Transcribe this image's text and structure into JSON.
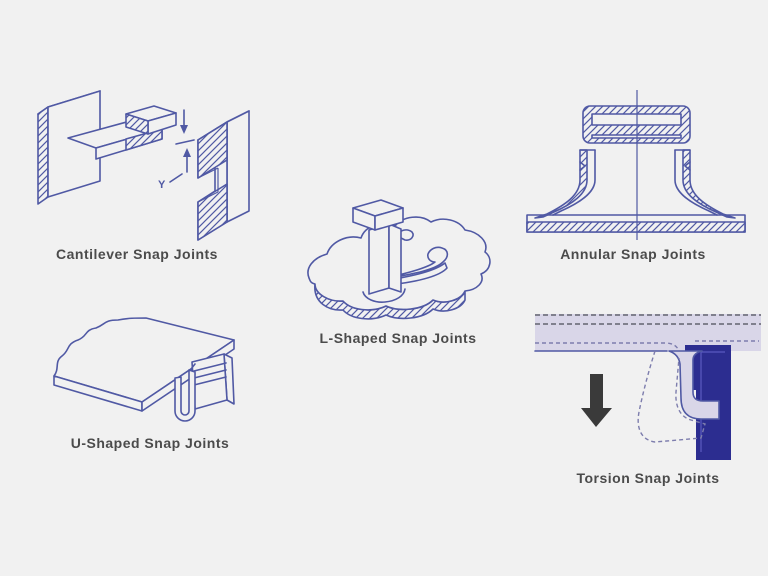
{
  "colors": {
    "background": "#f1f1f1",
    "line_blue": "#5059a4",
    "fill_lavender": "#d9d6e8",
    "fill_navy": "#2c2d90",
    "arrow_dark": "#3a3a3a",
    "caption_text": "#4b4b4b",
    "dash_gray": "#63636f",
    "dash_blue": "#7d7dad"
  },
  "figures": [
    {
      "id": "cantilever",
      "caption": "Cantilever Snap Joints",
      "annotation_label": "Y"
    },
    {
      "id": "l-shaped",
      "caption": "L-Shaped Snap Joints"
    },
    {
      "id": "annular",
      "caption": "Annular Snap Joints"
    },
    {
      "id": "u-shaped",
      "caption": "U-Shaped Snap Joints"
    },
    {
      "id": "torsion",
      "caption": "Torsion Snap Joints"
    }
  ]
}
